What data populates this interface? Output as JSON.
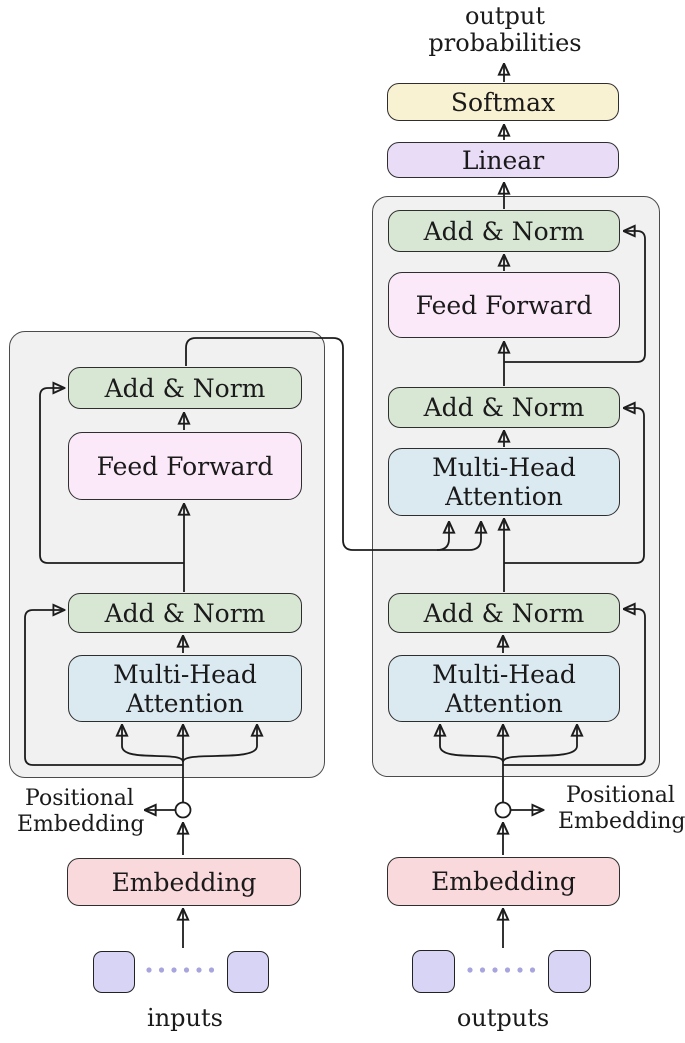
{
  "labels": {
    "output_probabilities": "output probabilities",
    "inputs": "inputs",
    "outputs": "outputs"
  },
  "head": {
    "softmax": "Softmax",
    "linear": "Linear"
  },
  "encoder": {
    "add_norm_top": "Add & Norm",
    "feed_forward": "Feed Forward",
    "add_norm_bottom": "Add & Norm",
    "attention": "Multi-Head Attention",
    "positional": "Positional Embedding",
    "embedding": "Embedding"
  },
  "decoder": {
    "add_norm_top": "Add & Norm",
    "feed_forward": "Feed Forward",
    "add_norm_middle": "Add & Norm",
    "cross_attention": "Multi-Head Attention",
    "add_norm_bottom": "Add & Norm",
    "masked_attention": "Multi-Head Attention",
    "positional": "Positional Embedding",
    "embedding": "Embedding"
  },
  "colors": {
    "softmax": "#f9f2d2",
    "linear": "#e9dcf7",
    "add-norm": "#d8e7d4",
    "feed-forward": "#fbe8f8",
    "attention": "#dbe9f1",
    "embedding": "#fad9dd",
    "token": "#d8d4f5",
    "dots": "#a8a4de",
    "container": "#f1f1f1",
    "container-border": "#4b4b4b",
    "box-border": "#2e2e2e",
    "line": "#1c1c1c",
    "text": "#1a1a1a"
  }
}
